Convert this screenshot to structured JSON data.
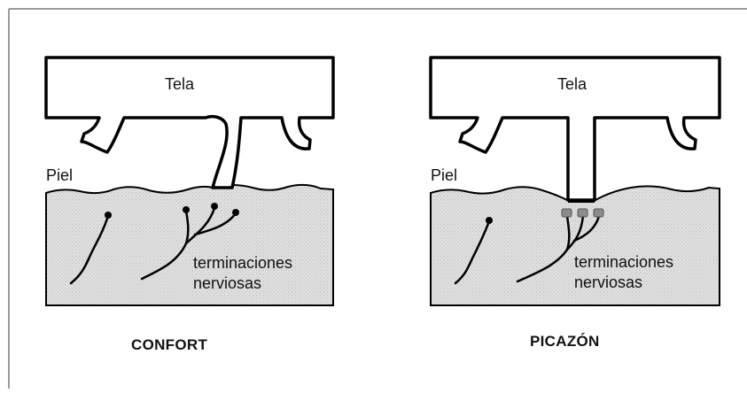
{
  "panels": [
    {
      "fabric_label": "Tela",
      "skin_label": "Piel",
      "nerve_label_line1": "terminaciones",
      "nerve_label_line2": "nerviosas",
      "caption": "CONFORT"
    },
    {
      "fabric_label": "Tela",
      "skin_label": "Piel",
      "nerve_label_line1": "terminaciones",
      "nerve_label_line2": "nerviosas",
      "caption": "PICAZÓN"
    }
  ],
  "colors": {
    "skin_fill": "#dedede",
    "outline": "#000000",
    "irritated_nerve_ending": "#8c8c8c",
    "frame": "#7a7a7a"
  }
}
